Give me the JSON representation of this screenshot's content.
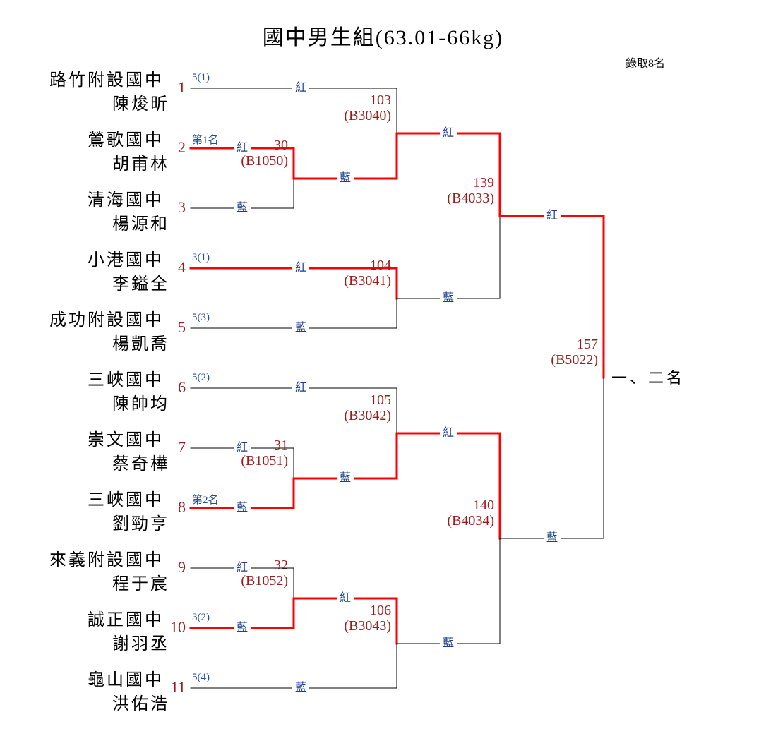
{
  "title": "國中男生組(63.01-66kg)",
  "quota": "錄取8名",
  "colors": {
    "winner_line": "#ff0000",
    "plain_line": "#000000",
    "seed_number": "#9b1b1b",
    "corner_label": "#1a3f8f",
    "note": "#2050a0",
    "match_label": "#9b1b1b"
  },
  "entries": [
    {
      "seed": "1",
      "school": "路竹附設國中",
      "player": "陳焌昕",
      "note": "5(1)",
      "advanced": false
    },
    {
      "seed": "2",
      "school": "鶯歌國中",
      "player": "胡甫林",
      "note": "第1名",
      "advanced": true
    },
    {
      "seed": "3",
      "school": "清海國中",
      "player": "楊源和",
      "note": "",
      "advanced": false
    },
    {
      "seed": "4",
      "school": "小港國中",
      "player": "李鎰全",
      "note": "3(1)",
      "advanced": true
    },
    {
      "seed": "5",
      "school": "成功附設國中",
      "player": "楊凱喬",
      "note": "5(3)",
      "advanced": false
    },
    {
      "seed": "6",
      "school": "三峽國中",
      "player": "陳帥均",
      "note": "5(2)",
      "advanced": false
    },
    {
      "seed": "7",
      "school": "崇文國中",
      "player": "蔡奇樺",
      "note": "",
      "advanced": false
    },
    {
      "seed": "8",
      "school": "三峽國中",
      "player": "劉勁亨",
      "note": "第2名",
      "advanced": true
    },
    {
      "seed": "9",
      "school": "來義附設國中",
      "player": "程于宸",
      "note": "",
      "advanced": false
    },
    {
      "seed": "10",
      "school": "誠正國中",
      "player": "謝羽丞",
      "note": "3(2)",
      "advanced": true
    },
    {
      "seed": "11",
      "school": "龜山國中",
      "player": "洪佑浩",
      "note": "5(4)",
      "advanced": false
    }
  ],
  "corner_labels": {
    "red": "紅",
    "blue": "藍"
  },
  "matches": [
    {
      "id": "30",
      "code": "(B1050)",
      "round": 1,
      "top": "slot2",
      "bottom": "slot3",
      "winner": "top"
    },
    {
      "id": "31",
      "code": "(B1051)",
      "round": 1,
      "top": "slot7",
      "bottom": "slot8",
      "winner": "bottom"
    },
    {
      "id": "32",
      "code": "(B1052)",
      "round": 1,
      "top": "slot9",
      "bottom": "slot10",
      "winner": "bottom"
    },
    {
      "id": "103",
      "code": "(B3040)",
      "round": 2,
      "top": "slot1",
      "bottom": "m30",
      "winner": "bottom"
    },
    {
      "id": "104",
      "code": "(B3041)",
      "round": 2,
      "top": "slot4",
      "bottom": "slot5",
      "winner": "top"
    },
    {
      "id": "105",
      "code": "(B3042)",
      "round": 2,
      "top": "slot6",
      "bottom": "m31",
      "winner": "bottom"
    },
    {
      "id": "106",
      "code": "(B3043)",
      "round": 2,
      "top": "m32",
      "bottom": "slot11",
      "winner": "top"
    },
    {
      "id": "139",
      "code": "(B4033)",
      "round": 3,
      "top": "m103",
      "bottom": "m104",
      "winner": "top"
    },
    {
      "id": "140",
      "code": "(B4034)",
      "round": 3,
      "top": "m105",
      "bottom": "m106",
      "winner": "top"
    },
    {
      "id": "157",
      "code": "(B5022)",
      "round": 4,
      "top": "m139",
      "bottom": "m140",
      "winner": "top"
    }
  ],
  "final_label": "一、二名"
}
